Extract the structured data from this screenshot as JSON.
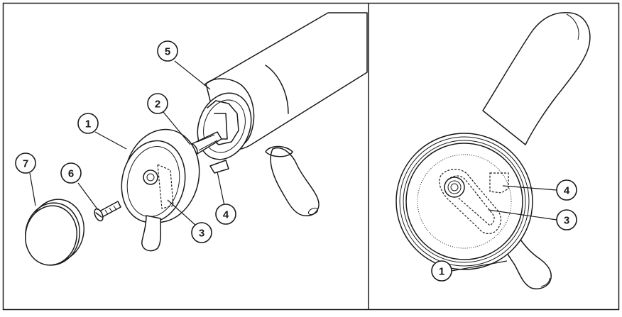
{
  "callouts": {
    "left": {
      "c1": "1",
      "c2": "2",
      "c3": "3",
      "c4": "4",
      "c5": "5",
      "c6": "6",
      "c7": "7"
    },
    "right": {
      "c1": "1",
      "c3": "3",
      "c4": "4"
    }
  }
}
